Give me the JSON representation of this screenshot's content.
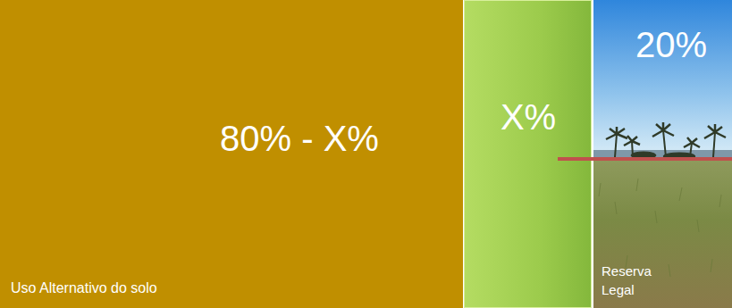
{
  "diagram": {
    "nodes": [
      {
        "text": [
          "80% - X%",
          "Uso Alternativo do solo"
        ]
      },
      {
        "text": [
          "X%"
        ]
      },
      {
        "text": [
          "20%",
          "Reserva Legal"
        ]
      }
    ]
  }
}
